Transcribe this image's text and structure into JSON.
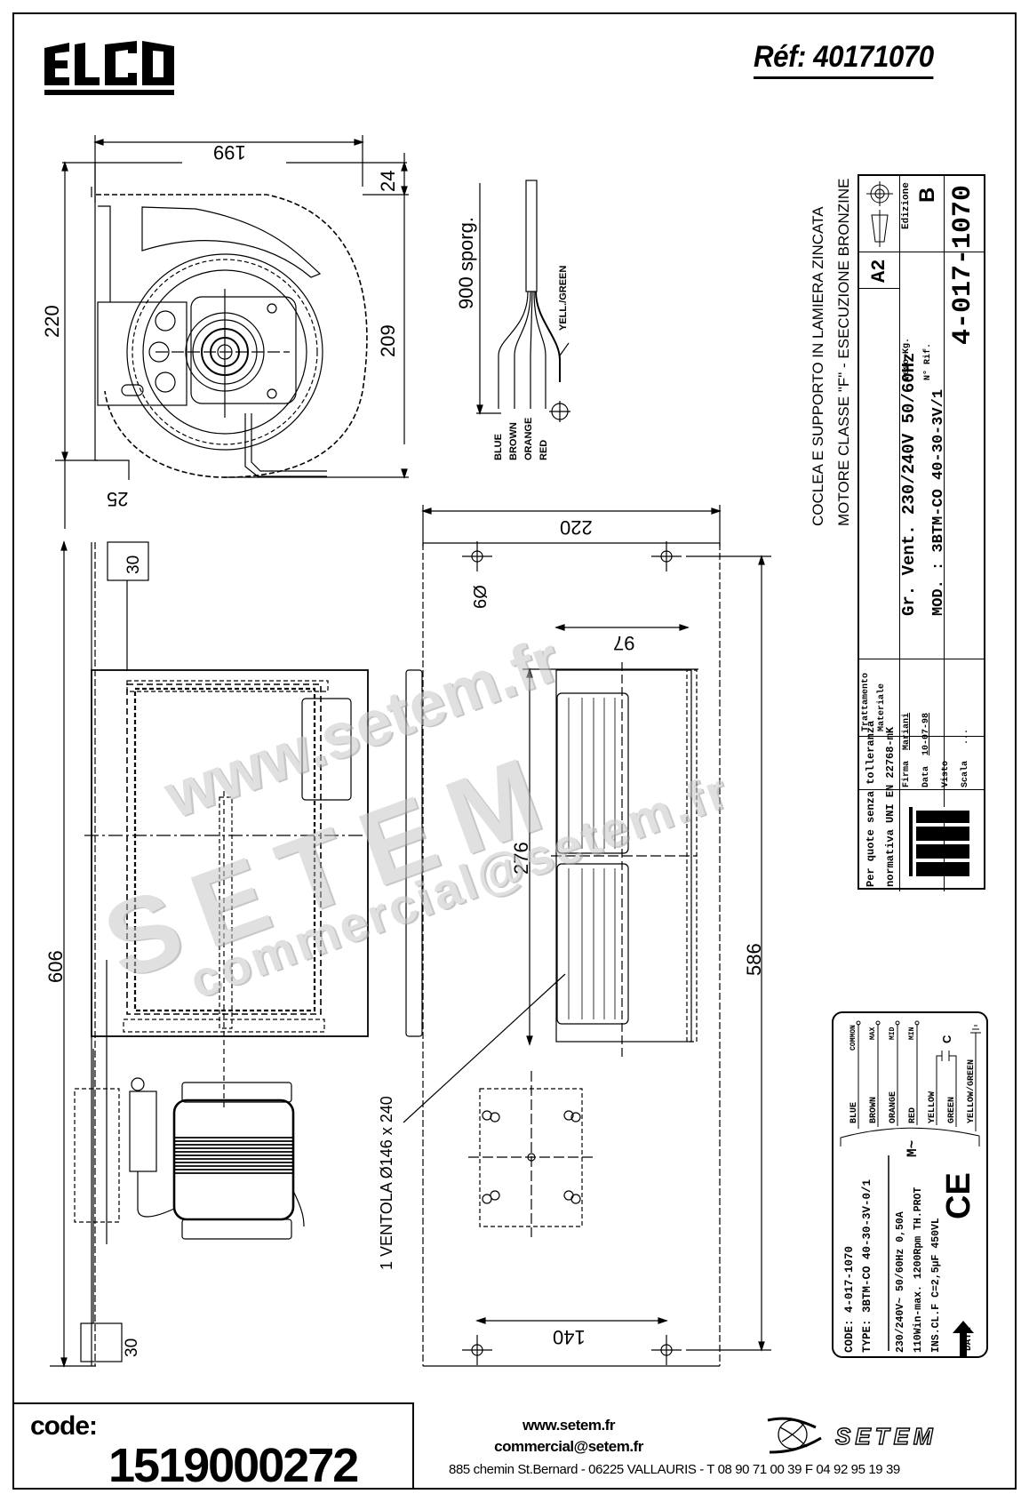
{
  "header": {
    "brand_logo": "ELCO",
    "reference": "Réf: 40171070"
  },
  "description": {
    "line1": "COCLEA E SUPPORTO IN LAMIERA ZINCATA",
    "line2": "MOTORE CLASSE \"F\"   -   ESECUZIONE BRONZINE"
  },
  "views": {
    "side_view": {
      "dim_width": "199",
      "dim_height_total": "220",
      "dim_height_body": "209",
      "dim_top_offset": "24",
      "dim_foot": "25"
    },
    "cable": {
      "length_label": "900  sporg.",
      "wires": [
        "BLUE",
        "BROWN",
        "ORANGE",
        "RED"
      ],
      "earth_wire": "YELL./GREEN"
    },
    "front_view": {
      "dim_height": "606",
      "dim_top_margin": "30",
      "dim_bottom_margin": "30"
    },
    "top_view": {
      "dim_width": "220",
      "dim_hole": "Ø9",
      "dim_outlet_width": "97",
      "dim_outlet_length": "276",
      "dim_length": "586",
      "dim_hole_spacing": "140",
      "fan_label": "1 VENTOLA  Ø146 x 240"
    }
  },
  "title_block": {
    "projection_symbol": "first-angle-projection",
    "format": "A2",
    "edition_label": "Edizione",
    "edition": "B",
    "weight_label": "Peso Kg.",
    "ref_label": "N° Rif.",
    "drawing_number": "4-017-1070",
    "tolerance_note_line1": "Per quote senza tolleranza",
    "tolerance_note_line2": "normativa UNI EN 22768-mK",
    "treatment_label": "Trattamento",
    "material_label": "Materiale",
    "product_line1": "Gr. Vent. 230/240V 50/60Hz",
    "product_line2": "MOD. : 3BTM-CO 40-30-3V/1",
    "signature_label": "Firma",
    "signature": "Mariani",
    "date_label": "Data",
    "date": "10-07-98",
    "checked_label": "Visto",
    "checked": "",
    "scale_label": "Scala",
    "scale": "...",
    "logo": "ELCO"
  },
  "nameplate": {
    "code_line": "CODE:  4-017-1070",
    "type_line": "TYPE:  3BTM-CO 40-30-3V-0/1",
    "spec_line1": "230/240V~   50/60Hz   0,50A",
    "spec_line2": "110Win-max.  1200Rpm  TH.PROT",
    "spec_line3": "INS.CL.F  C=2,5µF 450VL",
    "data_label": "DATA",
    "ce_mark": "CE",
    "motor_symbol": "M~",
    "capacitor_label": "C",
    "wires": [
      {
        "color": "BLUE",
        "function": "COMMON"
      },
      {
        "color": "BROWN",
        "function": "MAX"
      },
      {
        "color": "ORANGE",
        "function": "MID"
      },
      {
        "color": "RED",
        "function": "MIN"
      },
      {
        "color": "YELLOW",
        "function": ""
      },
      {
        "color": "GREEN",
        "function": ""
      },
      {
        "color": "YELLOW/GREEN",
        "function": "earth"
      }
    ]
  },
  "footer": {
    "code_label": "code:",
    "code_value": "1519000272",
    "website": "www.setem.fr",
    "email": "commercial@setem.fr",
    "address": "885 chemin St.Bernard  -  06225 VALLAURIS  -  T 08 90 71 00 39   F 04 92 95 19 39",
    "brand": "SETEM"
  },
  "watermarks": {
    "line1": "www.setem.fr",
    "line2": "SETEM",
    "line3": "commercial@setem.fr"
  }
}
